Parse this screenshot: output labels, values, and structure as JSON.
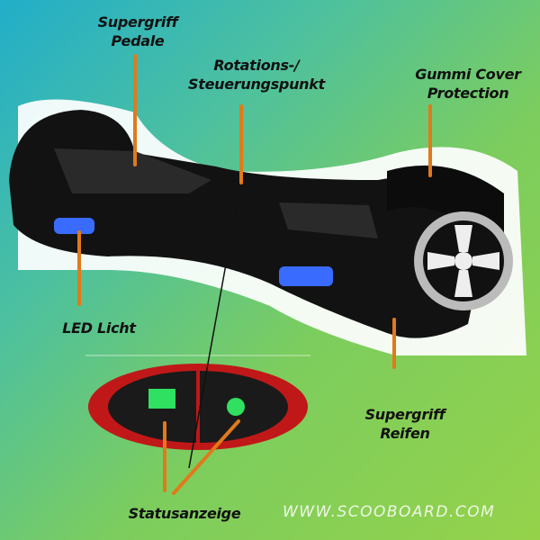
{
  "labels": {
    "pedale": [
      "Supergriff",
      "Pedale"
    ],
    "rotation": [
      "Rotations-/",
      "Steuerungspunkt"
    ],
    "cover": [
      "Gummi Cover",
      "Protection"
    ],
    "led": "LED Licht",
    "reifen": [
      "Supergriff",
      "Reifen"
    ],
    "status": "Statusanzeige"
  },
  "website": "WWW.SCOOBOARD.COM",
  "colors": {
    "callout": "#e07a1a",
    "led": "#3a6bff",
    "status": "#30e060",
    "shell": "#c01818"
  }
}
